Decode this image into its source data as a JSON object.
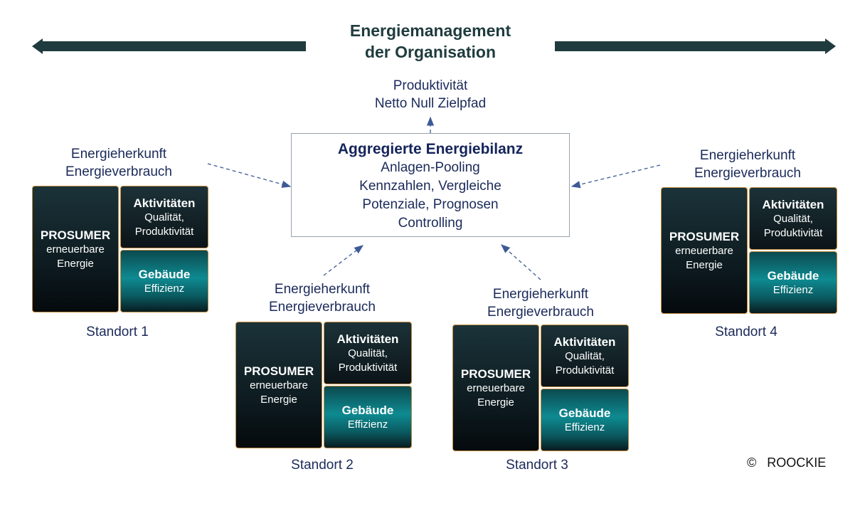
{
  "title": {
    "line1": "Energiemanagement",
    "line2": "der Organisation"
  },
  "top_labels": {
    "line1": "Produktivität",
    "line2": "Netto Null Zielpfad"
  },
  "center_box": {
    "heading": "Aggregierte Energiebilanz",
    "lines": [
      "Anlagen-Pooling",
      "Kennzahlen, Vergleiche",
      "Potenziale, Prognosen",
      "Controlling"
    ]
  },
  "sites": [
    {
      "label1": "Energieherkunft",
      "label2": "Energieverbrauch",
      "prosumer_title": "PROSUMER",
      "prosumer_sub1": "erneuerbare",
      "prosumer_sub2": "Energie",
      "akt_title": "Aktivitäten",
      "akt_sub1": "Qualität,",
      "akt_sub2": "Produktivität",
      "geb_title": "Gebäude",
      "geb_sub": "Effizienz",
      "name": "Standort 1"
    },
    {
      "label1": "Energieherkunft",
      "label2": "Energieverbrauch",
      "prosumer_title": "PROSUMER",
      "prosumer_sub1": "erneuerbare",
      "prosumer_sub2": "Energie",
      "akt_title": "Aktivitäten",
      "akt_sub1": "Qualität,",
      "akt_sub2": "Produktivität",
      "geb_title": "Gebäude",
      "geb_sub": "Effizienz",
      "name": "Standort 2"
    },
    {
      "label1": "Energieherkunft",
      "label2": "Energieverbrauch",
      "prosumer_title": "PROSUMER",
      "prosumer_sub1": "erneuerbare",
      "prosumer_sub2": "Energie",
      "akt_title": "Aktivitäten",
      "akt_sub1": "Qualität,",
      "akt_sub2": "Produktivität",
      "geb_title": "Gebäude",
      "geb_sub": "Effizienz",
      "name": "Standort 3"
    },
    {
      "label1": "Energieherkunft",
      "label2": "Energieverbrauch",
      "prosumer_title": "PROSUMER",
      "prosumer_sub1": "erneuerbare",
      "prosumer_sub2": "Energie",
      "akt_title": "Aktivitäten",
      "akt_sub1": "Qualität,",
      "akt_sub2": "Produktivität",
      "geb_title": "Gebäude",
      "geb_sub": "Effizienz",
      "name": "Standort 4"
    }
  ],
  "copyright": {
    "symbol": "©",
    "text": "ROOCKIE"
  },
  "colors": {
    "arrow": "#1f3b3e",
    "text": "#1b2a5a",
    "connector": "#3d5a96",
    "tile_border": "#c08a3e",
    "teal": "#0e8a91"
  }
}
